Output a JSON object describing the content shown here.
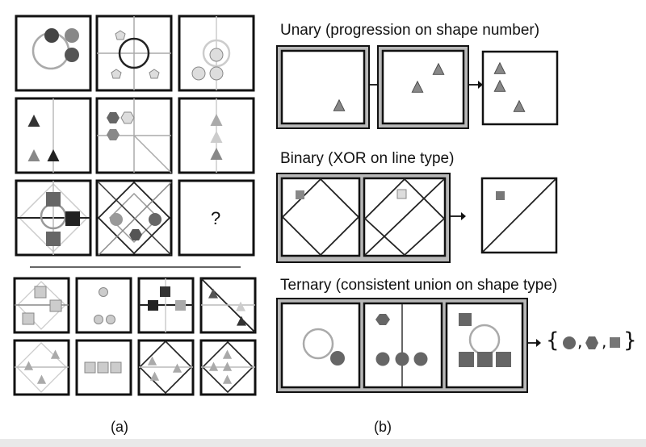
{
  "panel_a": {
    "caption": "(a)",
    "missing_symbol": "?"
  },
  "panel_b": {
    "caption": "(b)",
    "unary": {
      "title": "Unary (progression on shape number)"
    },
    "binary": {
      "title": "Binary (XOR on line type)"
    },
    "ternary": {
      "title": "Ternary (consistent union on shape type)",
      "brace_open": "{",
      "brace_close": "}",
      "separator": ","
    }
  },
  "colors": {
    "stroke": "#222222",
    "dark": "#444444",
    "mid": "#777777",
    "light": "#bdbdbd",
    "frame_gray": "#b8b8b8"
  }
}
